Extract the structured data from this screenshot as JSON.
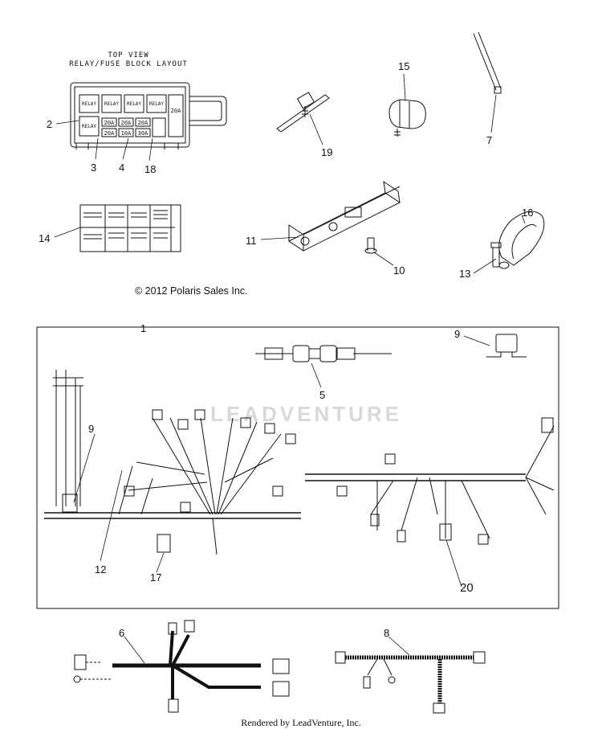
{
  "layout_title": [
    "TOP VIEW",
    "RELAY/FUSE BLOCK LAYOUT"
  ],
  "fuse_block": {
    "relay_label": "RELAY",
    "fuse_values": [
      "20A",
      "20A",
      "20A",
      "20A",
      "10A",
      "30A",
      "20A"
    ]
  },
  "callouts": {
    "c2": "2",
    "c3": "3",
    "c4": "4",
    "c18": "18",
    "c19": "19",
    "c15": "15",
    "c7": "7",
    "c14": "14",
    "c11": "11",
    "c10": "10",
    "c16": "16",
    "c13": "13",
    "c1": "1",
    "c5": "5",
    "c9a": "9",
    "c9b": "9",
    "c12": "12",
    "c17": "17",
    "c20": "20",
    "c6": "6",
    "c8": "8"
  },
  "copyright": "© 2012 Polaris Sales Inc.",
  "watermark": "LEADVENTURE",
  "footer": "Rendered by LeadVenture, Inc."
}
